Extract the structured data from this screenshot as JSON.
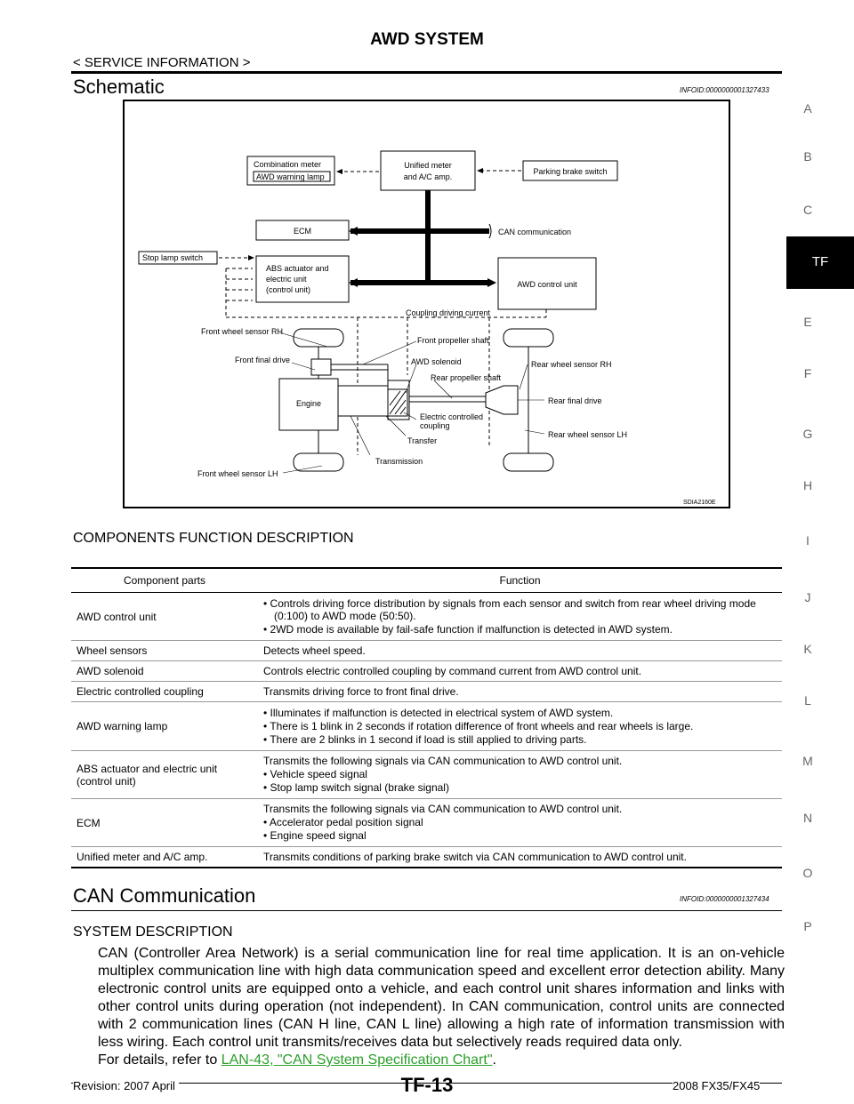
{
  "header": {
    "title": "AWD SYSTEM",
    "section": "< SERVICE INFORMATION >"
  },
  "side_tabs": [
    "A",
    "B",
    "C",
    "TF",
    "E",
    "F",
    "G",
    "H",
    "I",
    "J",
    "K",
    "L",
    "M",
    "N",
    "O",
    "P"
  ],
  "active_tab": "TF",
  "schematic": {
    "heading": "Schematic",
    "infoid": "INFOID:0000000001327433",
    "figure_id": "SDIA2160E",
    "labels": {
      "combination_meter": "Combination meter",
      "awd_warning_lamp": "AWD warning lamp",
      "unified_meter_1": "Unified meter",
      "unified_meter_2": "and A/C amp.",
      "parking_brake": "Parking brake switch",
      "ecm": "ECM",
      "can_comm": "CAN communication",
      "stop_lamp": "Stop lamp switch",
      "abs_1": "ABS actuator and",
      "abs_2": "electric unit",
      "abs_3": "(control unit)",
      "awd_cu": "AWD control unit",
      "coupling_current": "Coupling driving current",
      "fw_rh": "Front wheel sensor RH",
      "front_prop": "Front propeller shaft",
      "front_final": "Front final drive",
      "awd_solenoid": "AWD solenoid",
      "rw_rh": "Rear wheel sensor RH",
      "rear_prop": "Rear propeller shaft",
      "engine": "Engine",
      "rear_final": "Rear final drive",
      "ecc_1": "Electric controlled",
      "ecc_2": "coupling",
      "rw_lh": "Rear wheel sensor LH",
      "transfer": "Transfer",
      "transmission": "Transmission",
      "fw_lh": "Front wheel sensor LH"
    }
  },
  "components": {
    "heading": "COMPONENTS FUNCTION DESCRIPTION",
    "col_part": "Component parts",
    "col_function": "Function",
    "rows": [
      {
        "part": "AWD control unit",
        "intro": "",
        "bullets": [
          "Controls driving force distribution by signals from each sensor and switch from rear wheel driving mode (0:100) to AWD mode (50:50).",
          "2WD mode is available by fail-safe function if malfunction is detected in AWD system."
        ]
      },
      {
        "part": "Wheel sensors",
        "intro": "Detects wheel speed.",
        "bullets": []
      },
      {
        "part": "AWD solenoid",
        "intro": "Controls electric controlled coupling by command current from AWD control unit.",
        "bullets": []
      },
      {
        "part": "Electric controlled coupling",
        "intro": "Transmits driving force to front final drive.",
        "bullets": []
      },
      {
        "part": "AWD warning lamp",
        "intro": "",
        "bullets": [
          "Illuminates if malfunction is detected in electrical system of AWD system.",
          "There is 1 blink in 2 seconds if rotation difference of front wheels and rear wheels is large.",
          "There are 2 blinks in 1 second if load is still applied to driving parts."
        ]
      },
      {
        "part": "ABS actuator and electric unit (control unit)",
        "intro": "Transmits the following signals via CAN communication to AWD control unit.",
        "bullets": [
          "Vehicle speed signal",
          "Stop lamp switch signal (brake signal)"
        ]
      },
      {
        "part": "ECM",
        "intro": "Transmits the following signals via CAN communication to AWD control unit.",
        "bullets": [
          "Accelerator pedal position signal",
          "Engine speed signal"
        ]
      },
      {
        "part": "Unified meter and A/C amp.",
        "intro": "Transmits conditions of parking brake switch via CAN communication to AWD control unit.",
        "bullets": []
      }
    ]
  },
  "can": {
    "heading": "CAN Communication",
    "infoid": "INFOID:0000000001327434",
    "subheading": "SYSTEM DESCRIPTION",
    "paragraph": "CAN (Controller Area Network) is a serial communication line for real time application. It is an on-vehicle multiplex communication line with high data communication speed and excellent error detection ability. Many electronic control units are equipped onto a vehicle, and each control unit shares information and links with other control units during operation (not independent). In CAN communication, control units are connected with 2 communication lines (CAN H line, CAN L line) allowing a high rate of information transmission with less wiring. Each control unit transmits/receives data but selectively reads required data only.",
    "refer_prefix": "For details, refer to ",
    "refer_link": "LAN-43, \"CAN System Specification Chart\"",
    "refer_suffix": "."
  },
  "footer": {
    "revision": "Revision: 2007 April",
    "page": "TF-13",
    "model": "2008 FX35/FX45"
  }
}
